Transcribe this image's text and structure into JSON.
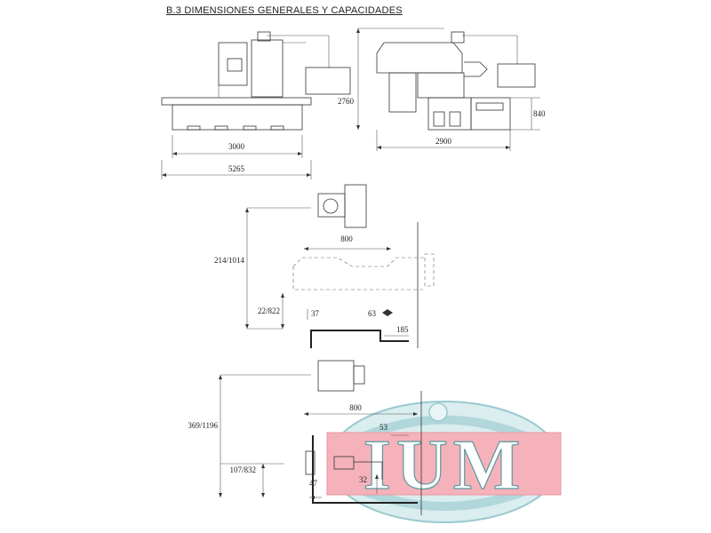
{
  "document": {
    "title": "B.3 DIMENSIONES GENERALES Y CAPACIDADES"
  },
  "top_views": {
    "front_width_table": "3000",
    "front_width_total": "5265",
    "side_height": "2760",
    "side_height_small": "840",
    "side_width": "2900"
  },
  "middle_view": {
    "width": "800",
    "height_range": "214/1014",
    "lower_range": "22/822",
    "offset_left": "37",
    "offset_right": "63",
    "offset_far": "185"
  },
  "bottom_view": {
    "width": "800",
    "height_range": "369/1196",
    "lower_range": "107/832",
    "offset_top": "53",
    "offset_left": "47",
    "offset_mid": "32"
  },
  "watermark": {
    "text": "IUM",
    "colors": {
      "pink": "#f2a3ad",
      "teal": "#bfe0e3",
      "border": "#4a8f95"
    }
  }
}
